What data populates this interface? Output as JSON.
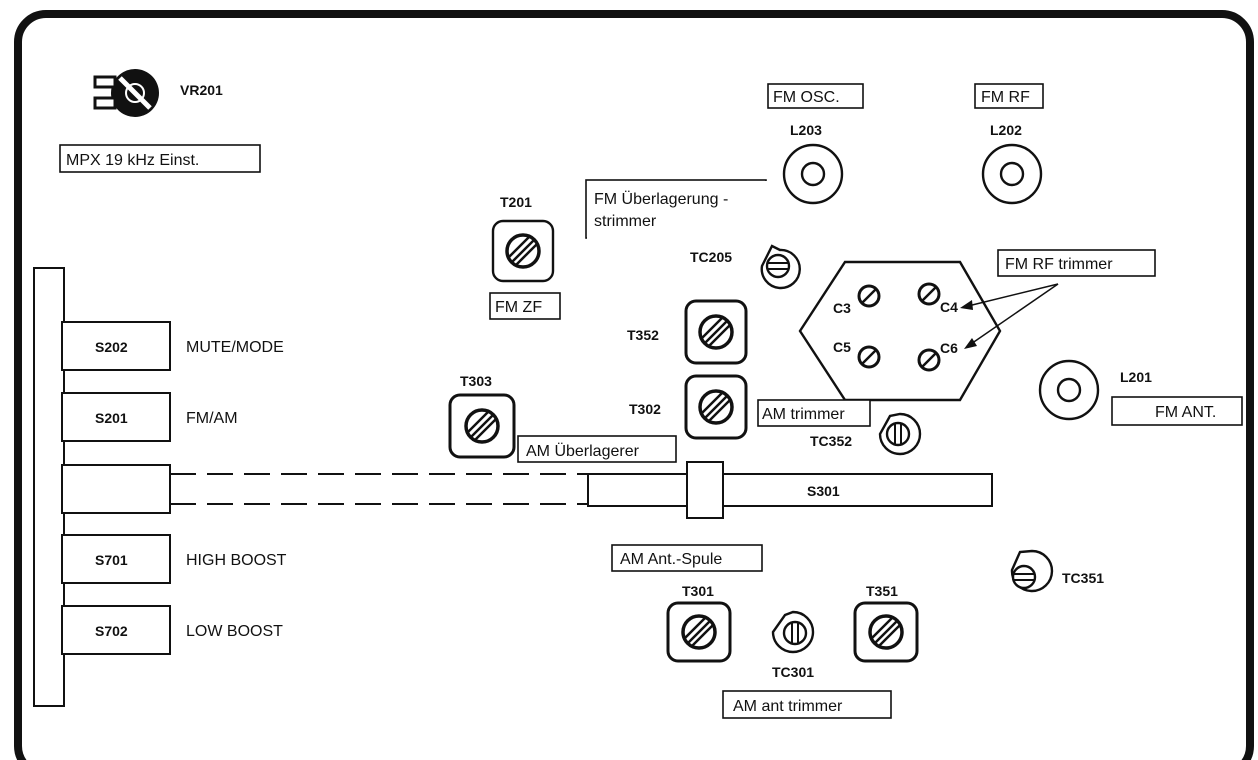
{
  "components": {
    "vr201": "VR201",
    "l203": "L203",
    "l202": "L202",
    "l201": "L201",
    "t201": "T201",
    "tc205": "TC205",
    "t352": "T352",
    "t303": "T303",
    "t302": "T302",
    "tc352": "TC352",
    "s301": "S301",
    "t301": "T301",
    "tc301": "TC301",
    "t351": "T351",
    "tc351": "TC351",
    "c3": "C3",
    "c4": "C4",
    "c5": "C5",
    "c6": "C6"
  },
  "labels": {
    "mpx": "MPX 19 kHz Einst.",
    "fm_osc": "FM OSC.",
    "fm_rf": "FM RF",
    "fm_ueberlagerung_line1": "FM Überlagerung -",
    "fm_ueberlagerung_line2": "strimmer",
    "fm_zf": "FM ZF",
    "fm_rf_trimmer": "FM RF trimmer",
    "am_trimmer": "AM trimmer",
    "fm_ant": "FM ANT.",
    "am_ueberlagerer": "AM Überlagerer",
    "am_ant_spule": "AM Ant.-Spule",
    "am_ant_trimmer": "AM ant trimmer"
  },
  "switches": [
    {
      "code": "S202",
      "name": "MUTE/MODE"
    },
    {
      "code": "S201",
      "name": "FM/AM"
    },
    {
      "code": "",
      "name": ""
    },
    {
      "code": "S701",
      "name": "HIGH BOOST"
    },
    {
      "code": "S702",
      "name": "LOW BOOST"
    }
  ]
}
